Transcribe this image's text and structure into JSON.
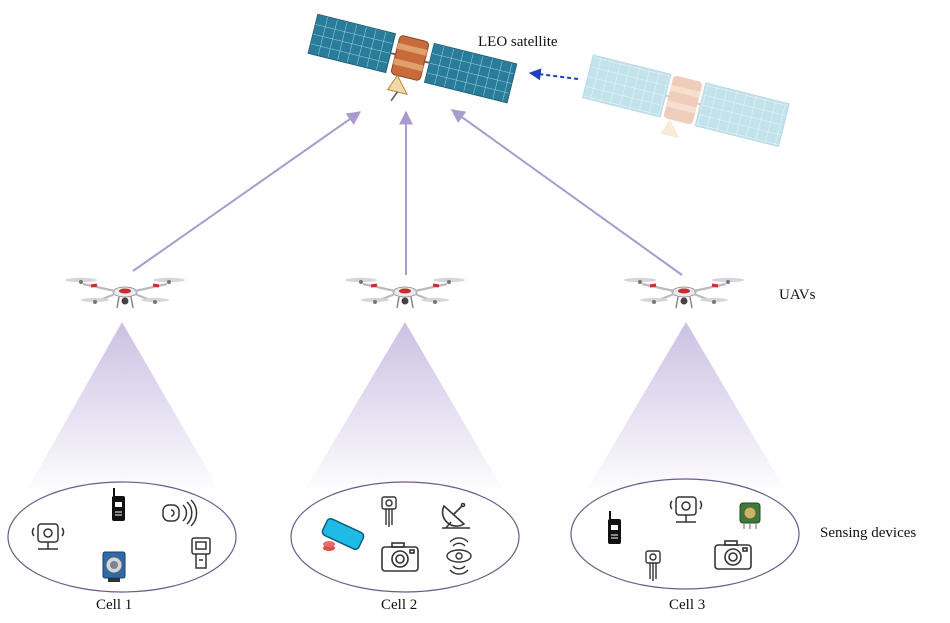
{
  "labels": {
    "satellite": "LEO satellite",
    "uavs": "UAVs",
    "sensing_devices": "Sensing devices"
  },
  "cells": [
    {
      "name": "Cell 1",
      "devices": [
        "camera-icon",
        "walkie-talkie-icon",
        "nfc-tag-icon",
        "industrial-sensor-icon",
        "handheld-meter-icon"
      ]
    },
    {
      "name": "Cell 2",
      "devices": [
        "smartphone-icon",
        "temperature-probe-icon",
        "satellite-dish-icon",
        "photo-camera-icon",
        "proximity-sensor-icon"
      ]
    },
    {
      "name": "Cell 3",
      "devices": [
        "walkie-talkie-icon",
        "camera-icon",
        "gas-sensor-icon",
        "temperature-probe-icon",
        "photo-camera-icon"
      ]
    }
  ],
  "colors": {
    "uplink_arrow": "#a99bcc",
    "movement_arrow": "#1f3fbf",
    "beam": "#c9bde2",
    "cell_border": "#6a5a8c",
    "satellite_panel": "#2a7d9a",
    "satellite_body": "#c86a3a",
    "drone_accent": "#cc2b2b"
  }
}
